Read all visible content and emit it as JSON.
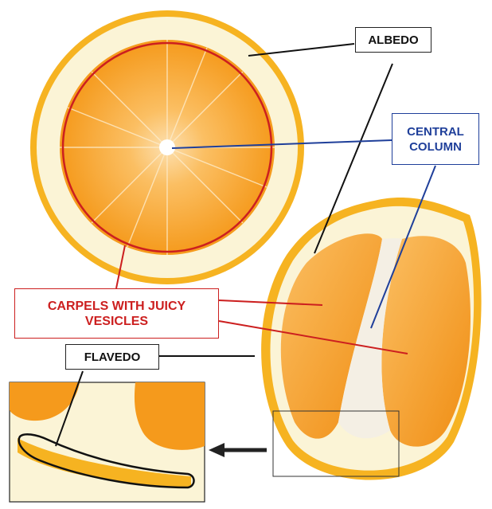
{
  "labels": {
    "albedo": "ALBEDO",
    "central_column_line1": "CENTRAL",
    "central_column_line2": "COLUMN",
    "carpels_line1": "CARPELS WITH JUICY",
    "carpels_line2": "VESICLES",
    "flavedo": "FLAVEDO"
  },
  "colors": {
    "black_label": "#111111",
    "blue_label": "#1f3f9a",
    "red_label": "#cc1f1f",
    "peel": "#f6b321",
    "albedo": "#fbf4d6",
    "pulp": "#f59a1c",
    "pulp_light": "#fbbf63"
  }
}
